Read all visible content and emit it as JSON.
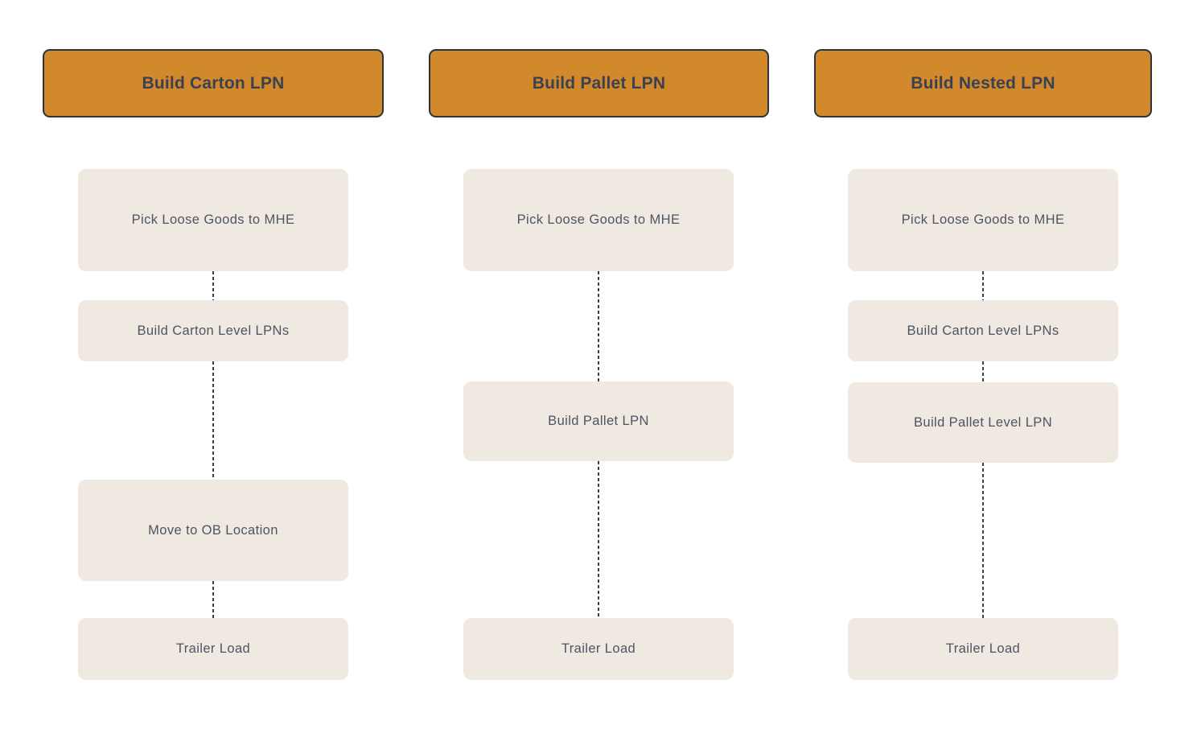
{
  "diagram": {
    "type": "flowchart",
    "background": "#ffffff",
    "colors": {
      "header_fill": "#D1892B",
      "header_border": "#2E323B",
      "header_text": "#3B4150",
      "step_fill": "#F0E9E2",
      "step_text": "#4D5462",
      "connector": "#3A3E4A"
    },
    "columns": [
      {
        "id": "build-carton-lpn",
        "title": "Build Carton LPN",
        "steps": [
          "Pick Loose Goods to MHE",
          "Build Carton Level LPNs",
          "Move to OB Location",
          "Trailer Load"
        ]
      },
      {
        "id": "build-pallet-lpn",
        "title": "Build Pallet LPN",
        "steps": [
          "Pick Loose Goods to MHE",
          "Build Pallet LPN",
          "Trailer Load"
        ]
      },
      {
        "id": "build-nested-lpn",
        "title": "Build Nested LPN",
        "steps": [
          "Pick Loose Goods to MHE",
          "Build Carton Level LPNs",
          "Build Pallet Level LPN",
          "Trailer Load"
        ]
      }
    ]
  }
}
